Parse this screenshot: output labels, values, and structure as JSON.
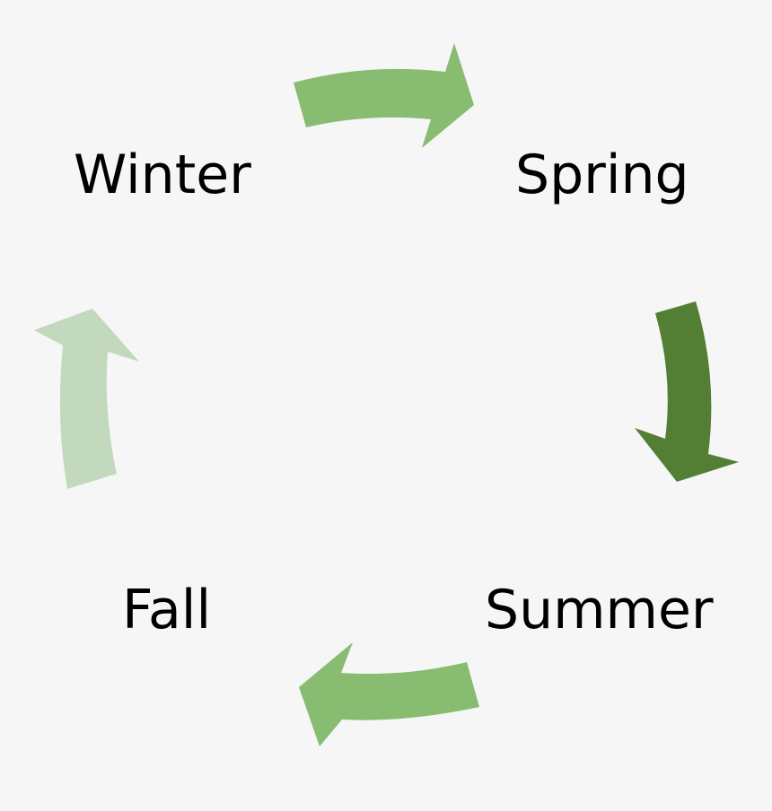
{
  "labels": {
    "winter": "Winter",
    "spring": "Spring",
    "summer": "Summer",
    "fall": "Fall"
  },
  "arrows": {
    "winter_to_spring": {
      "color": "#88bc71"
    },
    "spring_to_summer": {
      "color": "#527f33"
    },
    "summer_to_fall": {
      "color": "#88bc71"
    },
    "fall_to_winter": {
      "color": "#c2d9bd"
    }
  },
  "background": "#f6f6f6"
}
